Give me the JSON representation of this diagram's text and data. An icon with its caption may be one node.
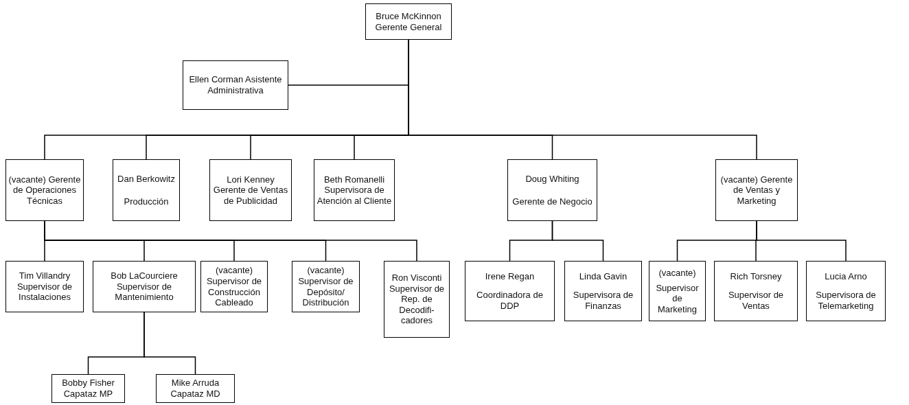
{
  "diagram": {
    "nodes": [
      {
        "text": [
          "Bruce McKinnon Gerente General"
        ]
      },
      {
        "text": [
          "Ellen Corman Asistente Administrativa"
        ]
      },
      {
        "text": [
          "(vacante) Gerente de Operaciones Técnicas"
        ]
      },
      {
        "text": [
          "Dan Berkowitz",
          "Producción"
        ]
      },
      {
        "text": [
          "Lori Kenney Gerente de Ventas de Publicidad"
        ]
      },
      {
        "text": [
          "Beth Romanelli Supervisora de Atención al Cliente"
        ]
      },
      {
        "text": [
          "Doug Whiting",
          "Gerente de Negocio"
        ]
      },
      {
        "text": [
          "(vacante) Gerente de Ventas y Marketing"
        ]
      },
      {
        "text": [
          "Tim Villandry Supervisor de Instalaciones"
        ]
      },
      {
        "text": [
          "Bob LaCourciere Supervisor de Mantenimiento"
        ]
      },
      {
        "text": [
          "(vacante) Supervisor de Construcción Cableado"
        ]
      },
      {
        "text": [
          "(vacante) Supervisor de Depósito/ Distribución"
        ]
      },
      {
        "text": [
          "Ron Visconti Supervisor de Rep. de Decodifi- cadores"
        ]
      },
      {
        "text": [
          "Irene Regan",
          "Coordinadora de DDP"
        ]
      },
      {
        "text": [
          "Linda Gavin",
          "Supervisora de Finanzas"
        ]
      },
      {
        "text": [
          "(vacante)",
          "Supervisor de Marketing"
        ]
      },
      {
        "text": [
          "Rich Torsney",
          "Supervisor de Ventas"
        ]
      },
      {
        "text": [
          "Lucia Arno",
          "Supervisora de Telemarketing"
        ]
      },
      {
        "text": [
          "Bobby Fisher Capataz MP"
        ]
      },
      {
        "text": [
          "Mike Arruda Capataz MD"
        ]
      }
    ],
    "edges": [
      {
        "from": 0,
        "to": 1,
        "arrow": "none"
      },
      {
        "from": 0,
        "to": 2,
        "arrow": "none"
      },
      {
        "from": 0,
        "to": 3,
        "arrow": "none"
      },
      {
        "from": 0,
        "to": 4,
        "arrow": "none"
      },
      {
        "from": 0,
        "to": 5,
        "arrow": "none"
      },
      {
        "from": 0,
        "to": 6,
        "arrow": "none"
      },
      {
        "from": 0,
        "to": 7,
        "arrow": "none"
      },
      {
        "from": 2,
        "to": 8,
        "arrow": "none"
      },
      {
        "from": 2,
        "to": 9,
        "arrow": "none"
      },
      {
        "from": 2,
        "to": 10,
        "arrow": "none"
      },
      {
        "from": 2,
        "to": 11,
        "arrow": "none"
      },
      {
        "from": 2,
        "to": 12,
        "arrow": "none"
      },
      {
        "from": 6,
        "to": 13,
        "arrow": "none"
      },
      {
        "from": 6,
        "to": 14,
        "arrow": "none"
      },
      {
        "from": 7,
        "to": 15,
        "arrow": "none"
      },
      {
        "from": 7,
        "to": 16,
        "arrow": "none"
      },
      {
        "from": 7,
        "to": 17,
        "arrow": "none"
      },
      {
        "from": 9,
        "to": 18,
        "arrow": "none"
      },
      {
        "from": 9,
        "to": 19,
        "arrow": "none"
      }
    ]
  }
}
